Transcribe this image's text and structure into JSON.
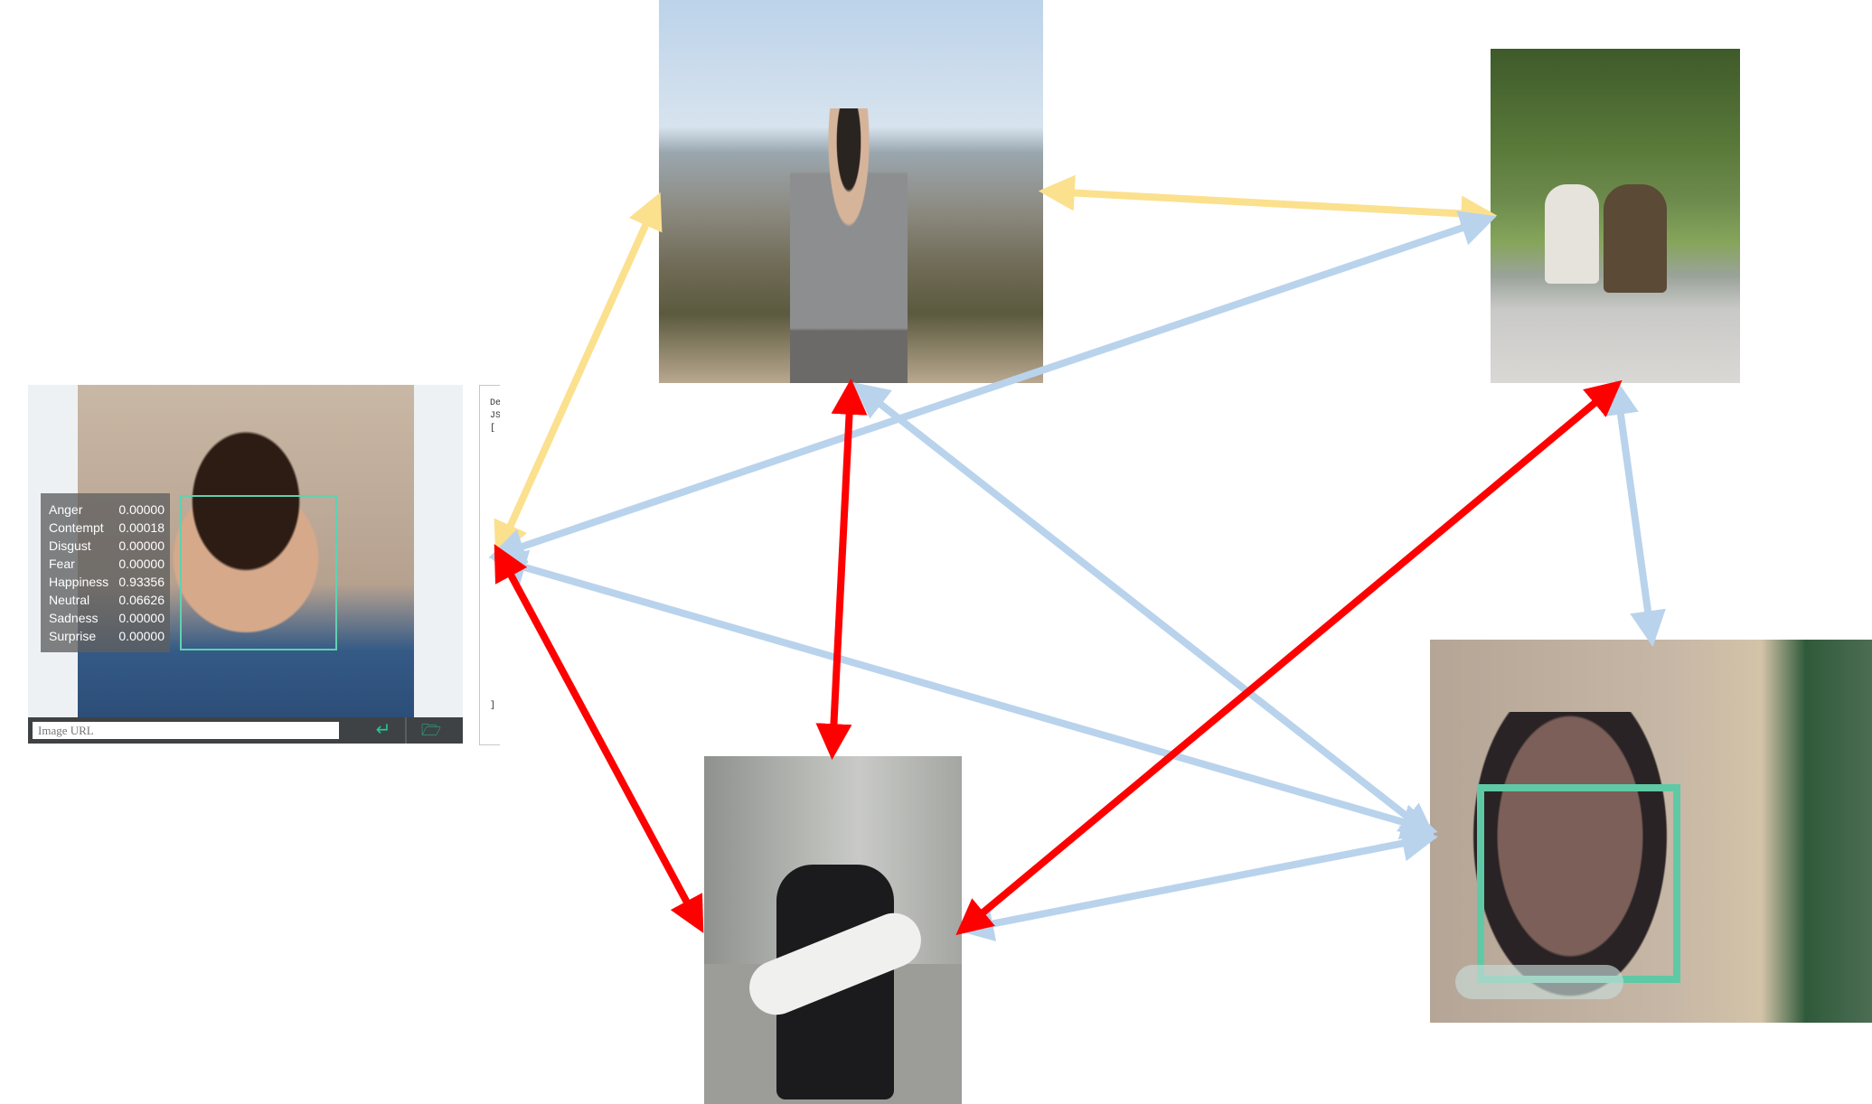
{
  "emotions": {
    "rows": [
      {
        "label": "Anger",
        "value": "0.00000"
      },
      {
        "label": "Contempt",
        "value": "0.00018"
      },
      {
        "label": "Disgust",
        "value": "0.00000"
      },
      {
        "label": "Fear",
        "value": "0.00000"
      },
      {
        "label": "Happiness",
        "value": "0.93356"
      },
      {
        "label": "Neutral",
        "value": "0.06626"
      },
      {
        "label": "Sadness",
        "value": "0.00000"
      },
      {
        "label": "Surprise",
        "value": "0.00000"
      }
    ]
  },
  "url_input": {
    "placeholder": "Image URL"
  },
  "buttons": {
    "enter_icon": "enter-icon",
    "folder_icon": "folder-icon"
  },
  "json_panel": {
    "line1": "De",
    "line2": "JS",
    "line3": "[",
    "line4": "]"
  },
  "colors": {
    "yellow": "#fbe08e",
    "blue": "#b9d3ec",
    "red": "#ff0000",
    "face_box": "#5fd1b0"
  }
}
